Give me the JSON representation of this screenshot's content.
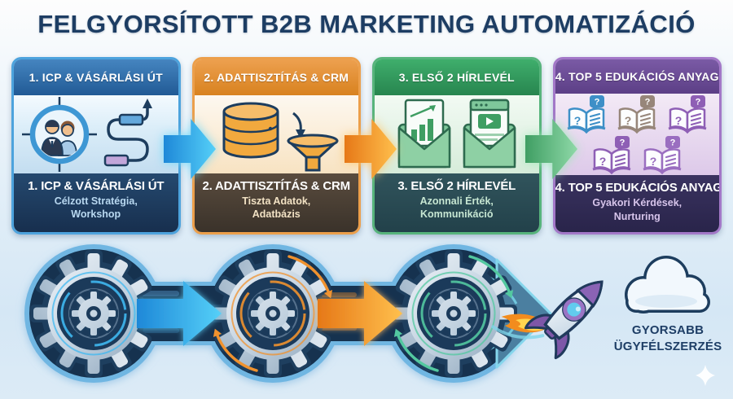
{
  "title": "FELGYORSÍTOTT B2B MARKETING AUTOMATIZÁCIÓ",
  "icons": {
    "question_mark": "?",
    "names": [
      "target-audience-icon",
      "flowchart-icon",
      "database-icon",
      "funnel-icon",
      "newsletter-chart-envelope-icon",
      "newsletter-video-envelope-icon",
      "education-book-icon",
      "gear-icon",
      "arrow-right-icon",
      "rocket-icon",
      "cloud-icon",
      "sparkle-icon"
    ]
  },
  "cards": [
    {
      "header": "1. ICP & VÁSÁRLÁSI ÚT",
      "accent": "#4da3dd",
      "footer": {
        "title": "1. ICP & VÁSÁRLÁSI ÚT",
        "line1": "Célzott Stratégia,",
        "line2": "Workshop"
      }
    },
    {
      "header": "2. ADATTISZTÍTÁS & CRM",
      "accent": "#ec9f4b",
      "footer": {
        "title": "2. ADATTISZTÍTÁS & CRM",
        "line1": "Tiszta Adatok,",
        "line2": "Adatbázis"
      }
    },
    {
      "header": "3. ELSŐ 2 HÍRLEVÉL",
      "accent": "#57b47c",
      "footer": {
        "title": "3. ELSŐ 2 HÍRLEVÉL",
        "line1": "Azonnali Érték,",
        "line2": "Kommunikáció"
      }
    },
    {
      "header": "4. TOP 5 EDUKÁCIÓS ANYAG",
      "accent": "#a378c8",
      "footer": {
        "title": "4. TOP 5 EDUKÁCIÓS ANYAG",
        "line1": "Gyakori Kérdések,",
        "line2": "Nurturing"
      }
    }
  ],
  "flow_arrows": [
    {
      "between": "card1-card2",
      "color": "#2fa8e8"
    },
    {
      "between": "card2-card3",
      "color": "#f5931f"
    },
    {
      "between": "card3-card4",
      "color": "#5cbf82"
    }
  ],
  "process": {
    "gears": 3,
    "gear_accents": [
      "#3fb8f0",
      "#f0922e",
      "#53c8a0"
    ],
    "result": {
      "line1": "GYORSABB",
      "line2": "ÜGYFÉLSZERZÉS"
    }
  },
  "colors": {
    "title_text": "#1d3d63",
    "chain_dark": "#16334f",
    "chain_outline": "#6fb6e2",
    "background_top": "#fdfdfd",
    "background_bottom": "#dcebf6"
  }
}
